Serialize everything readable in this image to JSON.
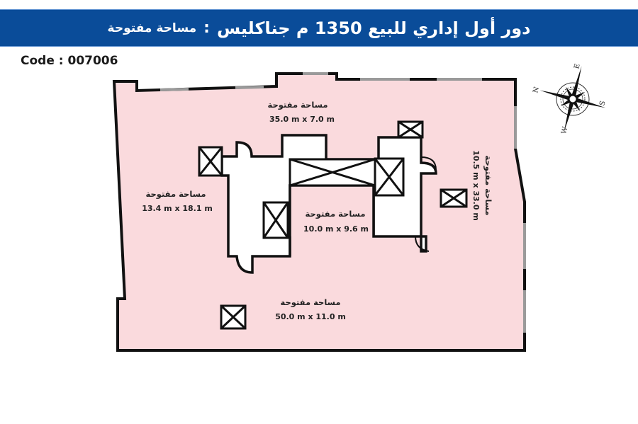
{
  "header": {
    "title": "دور أول إداري للبيع 1350 م جناكليس",
    "separator": ":",
    "subtitle": "مساحة مفتوحة",
    "background_color": "#0a4c99"
  },
  "code_label": "Code : 007006",
  "compass": {
    "north": "N",
    "east": "E",
    "south": "S",
    "west": "W"
  },
  "floor_plan": {
    "fill_color": "#fadadd",
    "wall_color": "#111111",
    "rooms": [
      {
        "name": "مساحة مفتوحة",
        "dimensions": "35.0 m x 7.0 m"
      },
      {
        "name": "مساحة مفتوحة",
        "dimensions": "13.4 m x 18.1 m"
      },
      {
        "name": "مساحة مفتوحة",
        "dimensions": "10.0 m x 9.6 m"
      },
      {
        "name": "مساحة مفتوحة",
        "dimensions": "10.5 m x 33.0 m"
      },
      {
        "name": "مساحة مفتوحة",
        "dimensions": "50.0 m x 11.0 m"
      }
    ]
  }
}
